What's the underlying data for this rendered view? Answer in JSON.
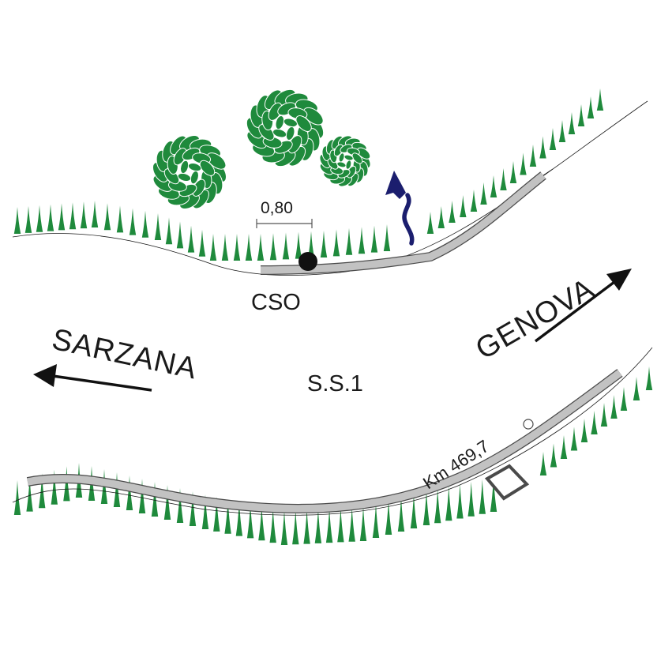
{
  "labels": {
    "measure": "0,80",
    "cso": "CSO",
    "road": "S.S.1",
    "km": "Km 469,7",
    "sarzana": "SARZANA",
    "genova": "GENOVA"
  },
  "icons": {
    "cso_point": "filled-circle-icon",
    "kilometre_marker": "hollow-circle-icon",
    "flow_direction": "wavy-arrow-icon",
    "tree": "tree-canopy-icon",
    "vegetation": "grass-tuft-icon",
    "direction_arrow": "arrow-icon"
  },
  "colors": {
    "vegetation": "#1f8a3c",
    "flow_arrow": "#1b1e6e",
    "shoulder_fill": "#c2c2c2",
    "shoulder_outline": "#4a4a4a",
    "ink": "#1a1a1a"
  }
}
